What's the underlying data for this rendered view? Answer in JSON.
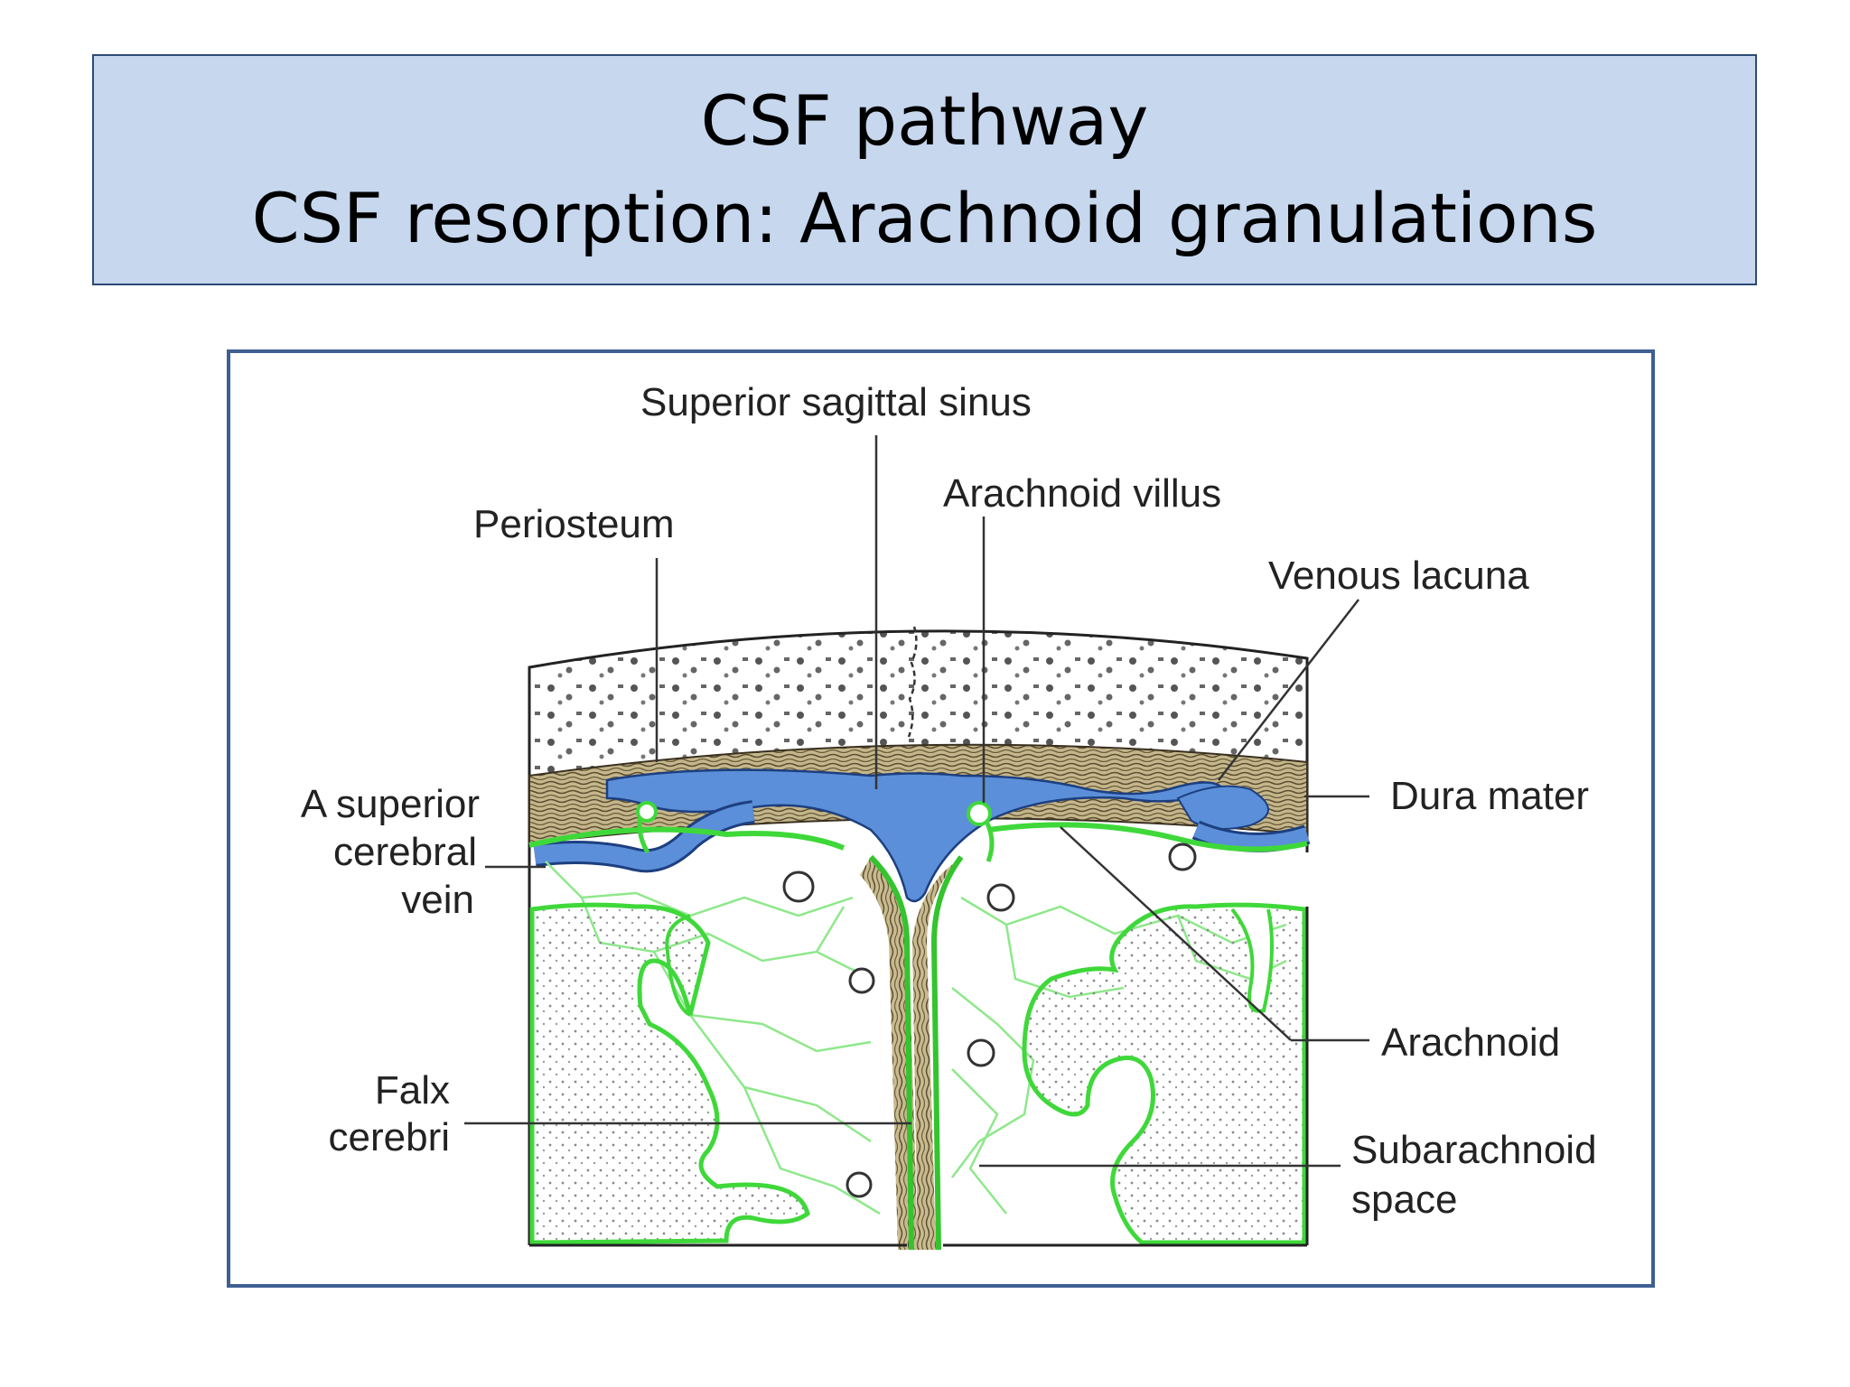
{
  "slide": {
    "title_line1": "CSF pathway",
    "title_line2": "CSF resorption: Arachnoid granulations"
  },
  "diagram": {
    "labels": {
      "superior_sagittal_sinus": "Superior sagittal sinus",
      "arachnoid_villus": "Arachnoid villus",
      "periosteum": "Periosteum",
      "venous_lacuna": "Venous lacuna",
      "superior_cerebral_vein_1": "A superior",
      "superior_cerebral_vein_2": "cerebral",
      "superior_cerebral_vein_3": "vein",
      "dura_mater": "Dura mater",
      "arachnoid": "Arachnoid",
      "falx_cerebri_1": "Falx",
      "falx_cerebri_2": "cerebri",
      "subarachnoid_space_1": "Subarachnoid",
      "subarachnoid_space_2": "space"
    },
    "colors": {
      "title_background": "#c6d7ee",
      "frame_border": "#3f5f93",
      "venous_blood": "#5b8fd9",
      "arachnoid_membrane": "#4fd84a",
      "dura": "#b8a77a"
    }
  }
}
